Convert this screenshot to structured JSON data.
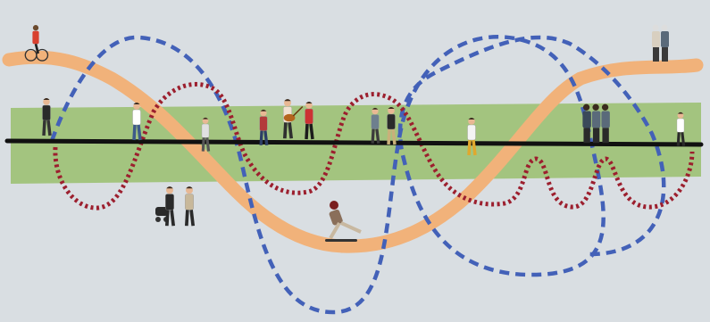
{
  "colors": {
    "background": "#d9dee2",
    "green_band": "#a3c47f",
    "orange_curve": "#f1b27a",
    "blue_dash": "#4361b8",
    "red_dots": "#9c1f2e",
    "center_line": "#111111"
  },
  "figures": [
    {
      "kind": "cyclist",
      "shirt": "#d8402f",
      "pants": "#222"
    },
    {
      "kind": "walker",
      "shirt": "#2a2a2a",
      "pants": "#333"
    },
    {
      "kind": "walker",
      "shirt": "#ffffff",
      "pants": "#3e5a8a"
    },
    {
      "kind": "skater",
      "shirt": "#e0e0e0",
      "pants": "#555"
    },
    {
      "kind": "sitter",
      "shirt": "#b33b3b",
      "pants": "#2c3e66"
    },
    {
      "kind": "guitarist",
      "shirt": "#f0e0d0",
      "pants": "#2f2f2f"
    },
    {
      "kind": "dancer",
      "shirt": "#cc3333",
      "pants": "#1c1c1c"
    },
    {
      "kind": "walker",
      "shirt": "#6e7f8e",
      "pants": "#3b3b3b"
    },
    {
      "kind": "walker",
      "shirt": "#2a2a2a",
      "pants": "#c9b07a"
    },
    {
      "kind": "runner",
      "shirt": "#f4f4f4",
      "pants": "#e0a82e"
    },
    {
      "kind": "group",
      "shirt": "#3a4a5a",
      "pants": "#2a2a2a"
    },
    {
      "kind": "walker",
      "shirt": "#ffffff",
      "pants": "#2a2a2a"
    },
    {
      "kind": "elderly",
      "shirt": "#d8cfc0",
      "pants": "#3a3a3a"
    },
    {
      "kind": "stroller",
      "shirt": "#ddd",
      "pants": "#333"
    },
    {
      "kind": "walker",
      "shirt": "#2a2a2a",
      "pants": "#2a2a2a"
    },
    {
      "kind": "walker",
      "shirt": "#c8b89a",
      "pants": "#2a2a2a"
    },
    {
      "kind": "skateboarder",
      "shirt": "#8a6f5a",
      "pants": "#c8b8a0"
    }
  ]
}
